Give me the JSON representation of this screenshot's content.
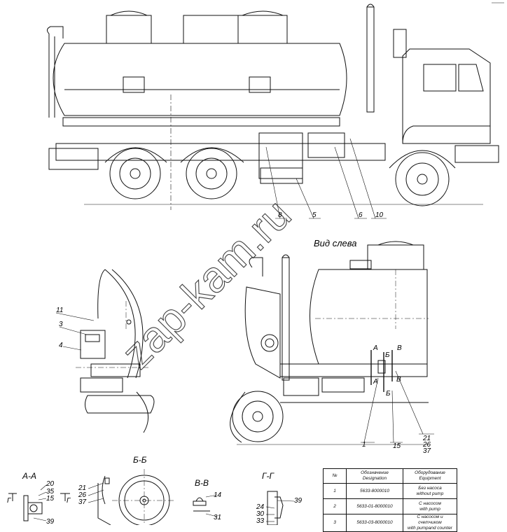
{
  "watermark": "zap-kam.ru",
  "view_titles": {
    "left_view": "Вид слева",
    "section_aa": "А-А",
    "section_bb": "Б-Б",
    "section_vv": "В-В",
    "section_gg": "Г-Г"
  },
  "section_marks": {
    "a": "А",
    "b": "Б",
    "v": "В",
    "g": "Г"
  },
  "callouts_top": [
    "8",
    "5",
    "6",
    "10"
  ],
  "callouts_left": [
    "11",
    "3",
    "4"
  ],
  "callouts_bottom": [
    "1",
    "15",
    "21",
    "26",
    "37"
  ],
  "callouts_aa": [
    "20",
    "35",
    "15",
    "39"
  ],
  "callouts_bb": [
    "21",
    "26",
    "37"
  ],
  "callouts_vv": [
    "14",
    "31"
  ],
  "callouts_gg": [
    "24",
    "30",
    "33",
    "39"
  ],
  "spec_table": {
    "headers": [
      "№",
      "Обозначение / Designation",
      "Оборудование / Equipment"
    ],
    "header_lines": {
      "col1": [
        "Обозначение",
        "Designation"
      ],
      "col2": [
        "Оборудование",
        "Equipment"
      ]
    },
    "rows": [
      {
        "n": "1",
        "designation": "5633-8000010",
        "equipment_ru": "Без насоса",
        "equipment_en": "without pump"
      },
      {
        "n": "2",
        "designation": "5633-01-8000010",
        "equipment_ru": "С насосом",
        "equipment_en": "with pump"
      },
      {
        "n": "3",
        "designation": "5633-03-8000010",
        "equipment_ru": "С насосом и счетчиком",
        "equipment_en": "with pumpand counter"
      }
    ]
  }
}
